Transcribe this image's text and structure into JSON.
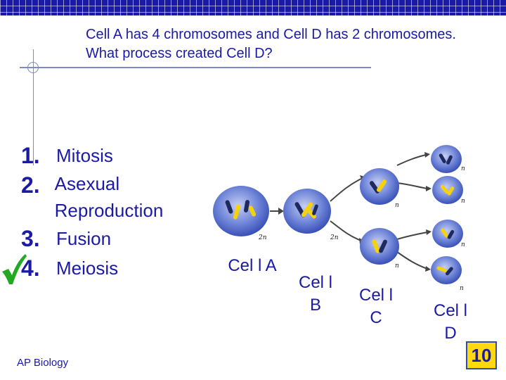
{
  "question": "Cell A has 4 chromosomes and Cell D has 2 chromosomes.  What process created Cell D?",
  "answers": [
    {
      "num": "1.",
      "text": "Mitosis"
    },
    {
      "num": "2.",
      "text": "Asexual Reproduction"
    },
    {
      "num": "3.",
      "text": "Fusion"
    },
    {
      "num": "4.",
      "text": "Meiosis"
    }
  ],
  "correct_answer": "4.",
  "diagram": {
    "ploidy_labels": {
      "cell_a": "2n",
      "cell_b": "2n",
      "top_right": "n",
      "mid_right": "n",
      "lower_right": "n",
      "bottom_right": "n",
      "cell_c_top": "n",
      "cell_c_bottom": "n"
    },
    "cell_labels": {
      "a": "Cel l A",
      "b": "Cel l B",
      "c": "Cel l C",
      "d": "Cel l D"
    }
  },
  "footer": "AP Biology",
  "slide_number": "10",
  "colors": {
    "text": "#1a1aa6",
    "cell": "#4a63c9",
    "chromosome_dark": "#1e2a5e",
    "chromosome_yellow": "#f4d20d",
    "check": "#22a822",
    "badge": "#ffd90f"
  }
}
